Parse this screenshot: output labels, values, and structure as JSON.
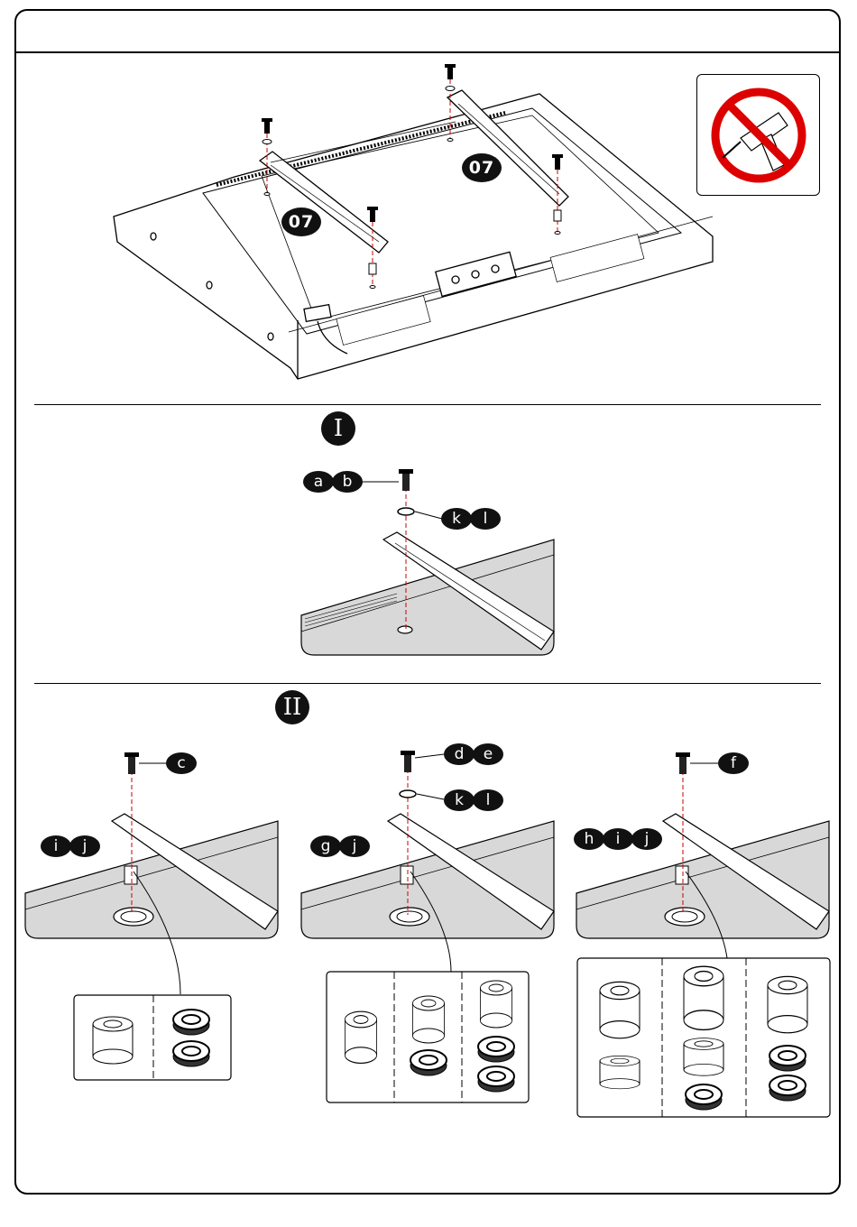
{
  "mount_label": "07",
  "steps": {
    "step1": "I",
    "step2": "II"
  },
  "step1_callouts": {
    "screw": [
      "a",
      "b"
    ],
    "washer": [
      "k",
      "l"
    ]
  },
  "step2_panels": [
    {
      "screw": [
        "c"
      ],
      "washer": [],
      "spacer": [
        "i",
        "j"
      ]
    },
    {
      "screw": [
        "d",
        "e"
      ],
      "washer": [
        "k",
        "l"
      ],
      "spacer": [
        "g",
        "j"
      ]
    },
    {
      "screw": [
        "f"
      ],
      "washer": [],
      "spacer": [
        "h",
        "i",
        "j"
      ]
    }
  ],
  "icons": {
    "no_drill": "no-power-drill-icon"
  }
}
